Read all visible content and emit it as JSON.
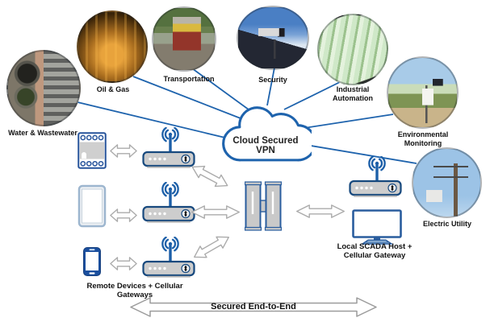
{
  "cloud": {
    "label": "Cloud Secured VPN"
  },
  "industries": [
    {
      "id": "water-wastewater",
      "label": "Water & Wastewater"
    },
    {
      "id": "oil-gas",
      "label": "Oil & Gas"
    },
    {
      "id": "transportation",
      "label": "Transportation"
    },
    {
      "id": "security",
      "label": "Security"
    },
    {
      "id": "industrial-automation",
      "label": "Industrial Automation"
    },
    {
      "id": "environmental-monitoring",
      "label": "Environmental Monitoring"
    },
    {
      "id": "electric-utility",
      "label": "Electric Utility"
    }
  ],
  "labels": {
    "remote_devices": "Remote Devices + Cellular Gateways",
    "scada": "Local SCADA Host + Cellular Gateway",
    "secured_end_to_end": "Secured End-to-End"
  },
  "colors": {
    "connector_blue": "#1e63ad",
    "device_outline_blue": "#17497e",
    "wifi_blue": "#1c5fa8",
    "device_gray": "#cdcdcd",
    "arrow_outline_gray": "#ababab",
    "text": "#111111"
  }
}
